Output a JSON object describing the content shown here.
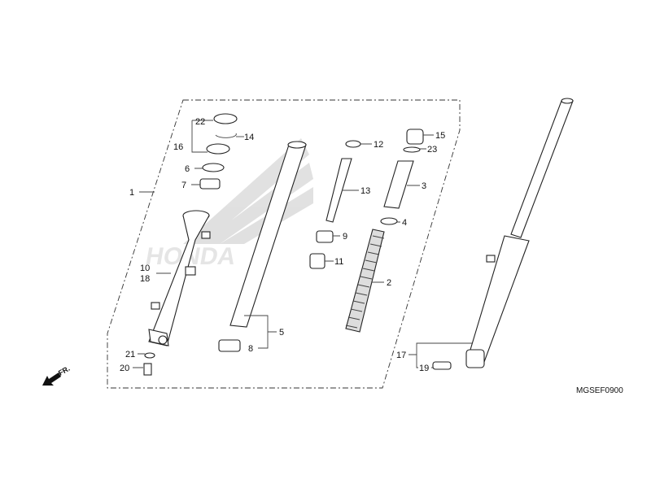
{
  "diagram_code": "MGSEF0900",
  "watermark": "HONDA",
  "direction_marker": "FR.",
  "callouts": {
    "c1": "1",
    "c2": "2",
    "c3": "3",
    "c4": "4",
    "c5": "5",
    "c6": "6",
    "c7": "7",
    "c8": "8",
    "c9": "9",
    "c10": "10",
    "c11": "11",
    "c12": "12",
    "c13": "13",
    "c14": "14",
    "c15": "15",
    "c16": "16",
    "c17": "17",
    "c18": "18",
    "c19": "19",
    "c20": "20",
    "c21": "21",
    "c22": "22",
    "c23": "23"
  }
}
